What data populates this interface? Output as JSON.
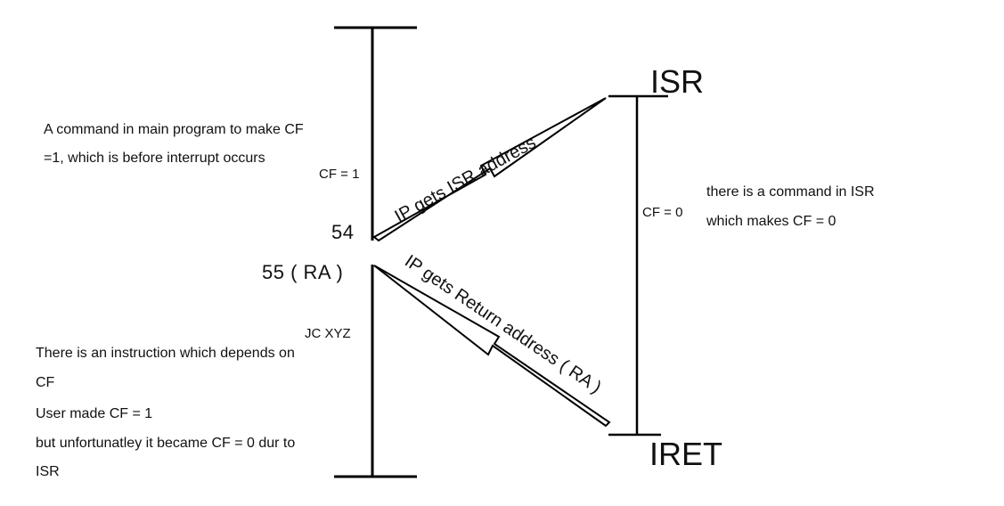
{
  "diagram": {
    "labels": {
      "isr": "ISR",
      "iret": "IRET",
      "addr54": "54",
      "addr55": "55 ( RA )",
      "cf_main": "CF = 1",
      "cf_isr": "CF = 0",
      "jc": "JC XYZ",
      "arrow_to_isr": "IP gets ISR address",
      "arrow_return": "IP gets Return address ( RA )"
    },
    "notes": {
      "main_cmd_line1": "A command in main program to make CF",
      "main_cmd_line2": "=1, which is before interrupt occurs",
      "isr_cmd_line1": "there is a command in ISR",
      "isr_cmd_line2": "which makes CF = 0",
      "instr_line1": "There is an instruction which depends on",
      "instr_line2": "CF",
      "instr_line3": "User made CF = 1",
      "instr_line4": "but unfortunatley it became CF = 0 dur to",
      "instr_line5": "ISR"
    }
  }
}
